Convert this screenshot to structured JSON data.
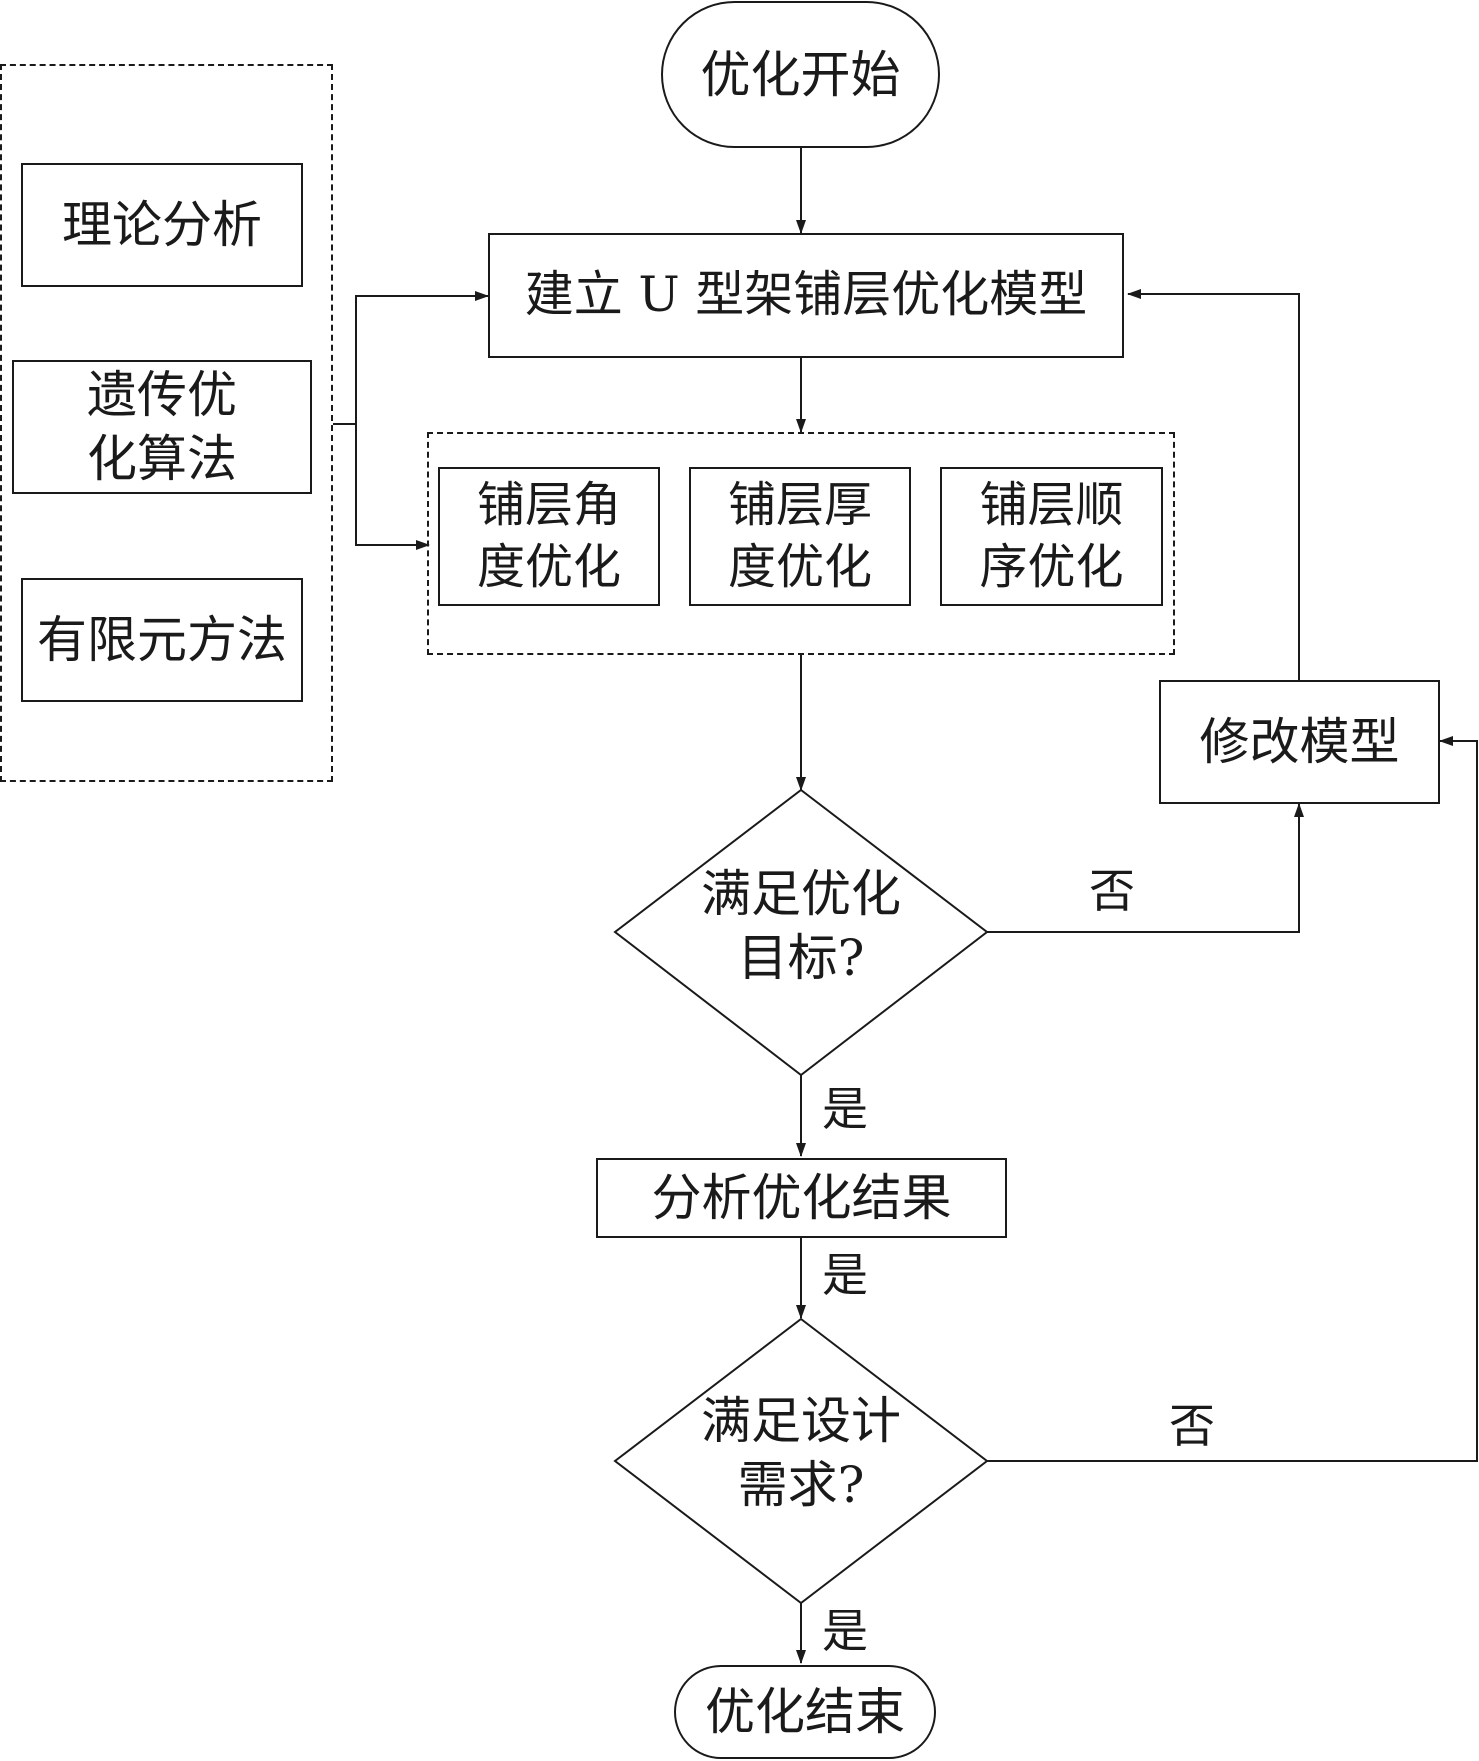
{
  "flow": {
    "start": "优化开始",
    "build_model": "建立 U 型架铺层优化模型",
    "decision1": [
      "满足优化",
      "目标?"
    ],
    "analyze": "分析优化结果",
    "decision2": [
      "满足设计",
      "需求?"
    ],
    "end": "优化结束",
    "modify": "修改模型"
  },
  "optimizations": [
    [
      "铺层角",
      "度优化"
    ],
    [
      "铺层厚",
      "度优化"
    ],
    [
      "铺层顺",
      "序优化"
    ]
  ],
  "methods": [
    [
      "理论分析"
    ],
    [
      "遗传优",
      "化算法"
    ],
    [
      "有限元方法"
    ]
  ],
  "edge_labels": {
    "yes_1": "是",
    "yes_2": "是",
    "yes_3": "是",
    "no_1": "否",
    "no_2": "否"
  }
}
